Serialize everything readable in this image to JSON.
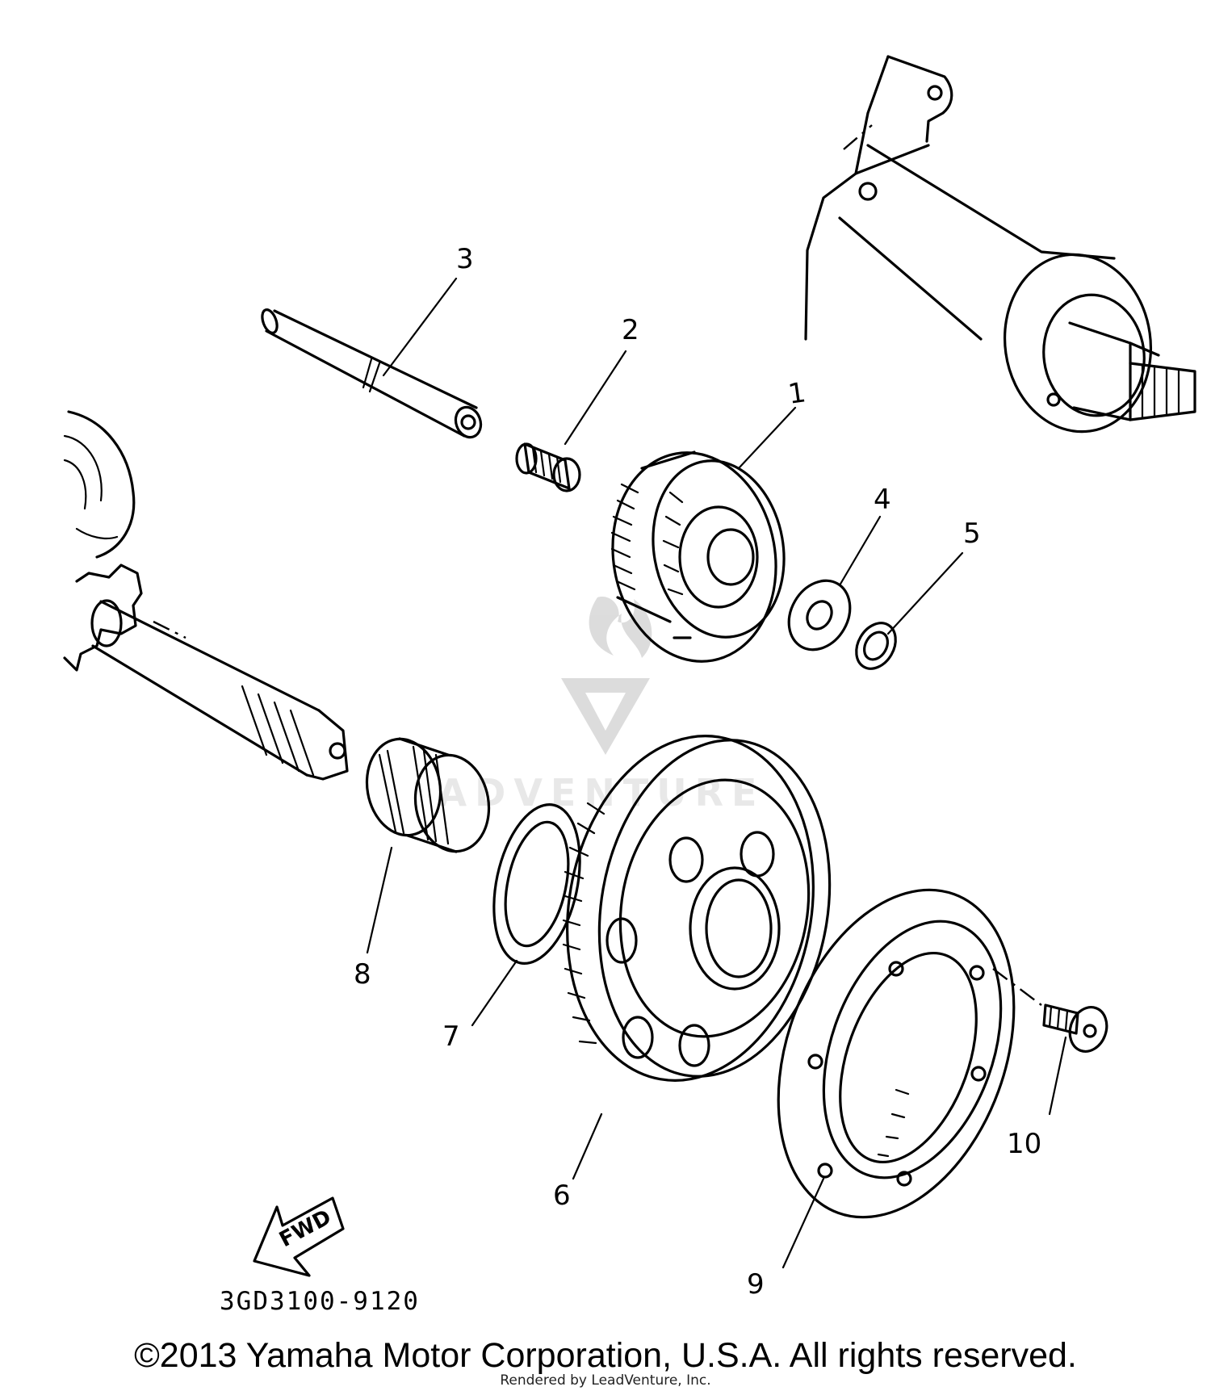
{
  "diagram": {
    "callouts": [
      "1",
      "2",
      "3",
      "4",
      "5",
      "6",
      "7",
      "8",
      "9",
      "10"
    ],
    "part_code": "3GD3100-9120",
    "fwd_label": "FWD",
    "watermark_text": "ADVENTURE"
  },
  "footer": {
    "copyright": "©2013 Yamaha Motor Corporation, U.S.A. All rights reserved.",
    "rendered_by": "Rendered by LeadVenture, Inc."
  }
}
